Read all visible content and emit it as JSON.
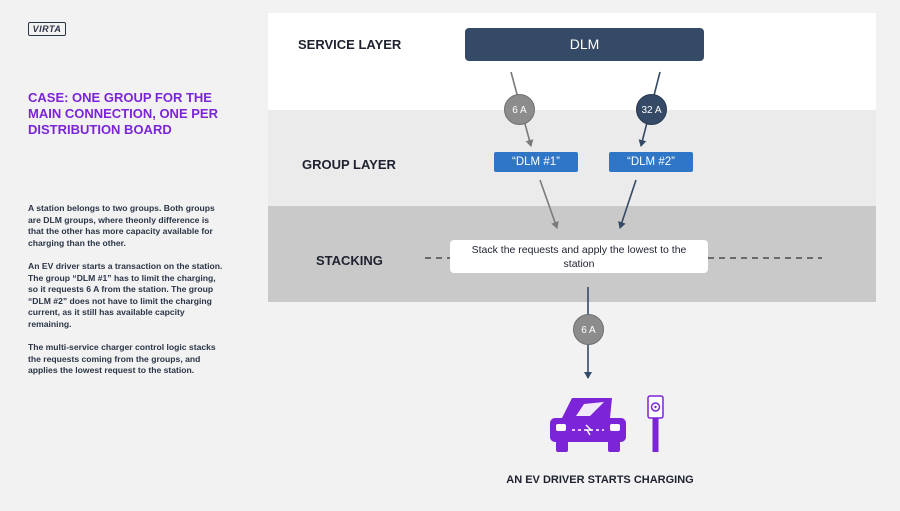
{
  "logo": {
    "text": "VIRTA"
  },
  "case_title": "CASE: ONE GROUP FOR THE MAIN CONNECTION, ONE PER DISTRIBUTION BOARD",
  "description": [
    "A station belongs to two groups. Both groups are DLM groups, where theonly difference is that the other has more capacity available for charging than the other.",
    "An EV driver starts a transaction on the station. The group “DLM #1” has to limit the charging, so it requests 6 A from the station. The group “DLM #2” does not have to limit the charging current, as it still has available capcity remaining.",
    "The multi-service charger control logic stacks the requests coming from the groups, and applies the lowest request to the station."
  ],
  "layers": {
    "service": "SERVICE LAYER",
    "group": "GROUP LAYER",
    "stacking": "STACKING"
  },
  "nodes": {
    "dlm_main": "DLM",
    "dlm1": "“DLM #1”",
    "dlm2": "“DLM #2”",
    "stack_box": "Stack the requests and apply the lowest to the station"
  },
  "badges": {
    "dlm1_request": "6 A",
    "dlm2_request": "32 A",
    "station_request": "6 A"
  },
  "caption": "AN EV DRIVER STARTS CHARGING",
  "colors": {
    "accent_purple": "#7c24d8",
    "dark_navy": "#354a66",
    "group_blue": "#2f76c6"
  },
  "icons": [
    "car-icon",
    "charging-station-icon"
  ]
}
